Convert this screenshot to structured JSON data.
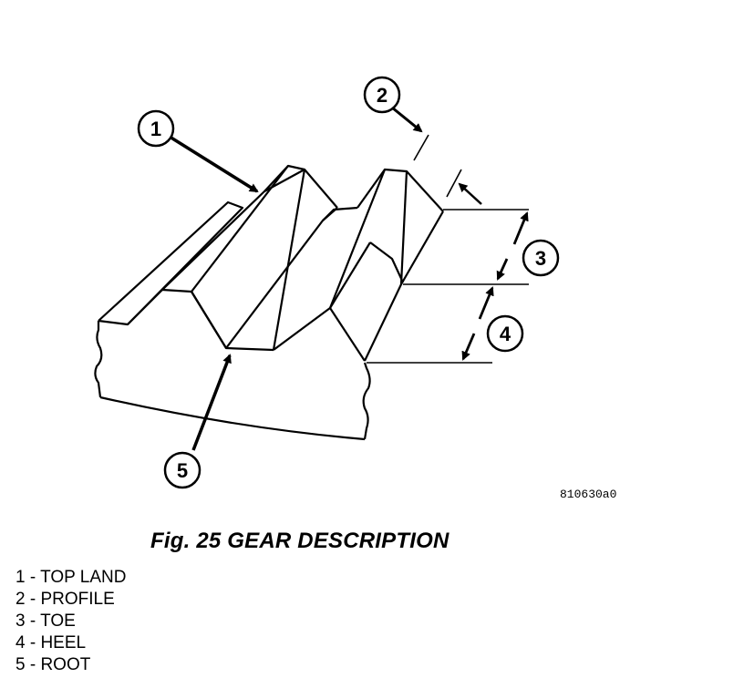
{
  "figure": {
    "code": "810630a0",
    "caption": "Fig. 25 GEAR DESCRIPTION"
  },
  "callouts": [
    {
      "num": "1"
    },
    {
      "num": "2"
    },
    {
      "num": "3"
    },
    {
      "num": "4"
    },
    {
      "num": "5"
    }
  ],
  "legend": [
    {
      "text": "1 - TOP LAND"
    },
    {
      "text": "2 - PROFILE"
    },
    {
      "text": "3 - TOE"
    },
    {
      "text": "4 - HEEL"
    },
    {
      "text": "5 - ROOT"
    }
  ],
  "colors": {
    "line": "#000000",
    "background": "#ffffff"
  }
}
